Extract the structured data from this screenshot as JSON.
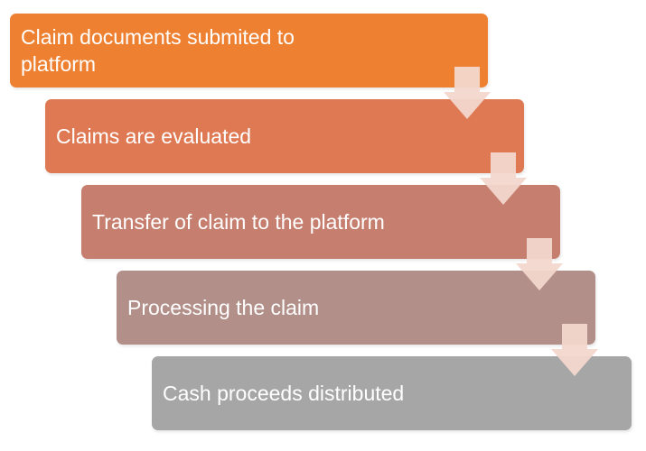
{
  "steps": [
    {
      "label": "Claim documents submited to platform",
      "color": "#EE8031"
    },
    {
      "label": "Claims are evaluated",
      "color": "#DE7953"
    },
    {
      "label": "Transfer of claim to the platform",
      "color": "#C67F6F"
    },
    {
      "label": "Processing the claim",
      "color": "#B28F88"
    },
    {
      "label": "Cash proceeds distributed",
      "color": "#A6A6A6"
    }
  ],
  "arrow_color": "#F2D7CC"
}
